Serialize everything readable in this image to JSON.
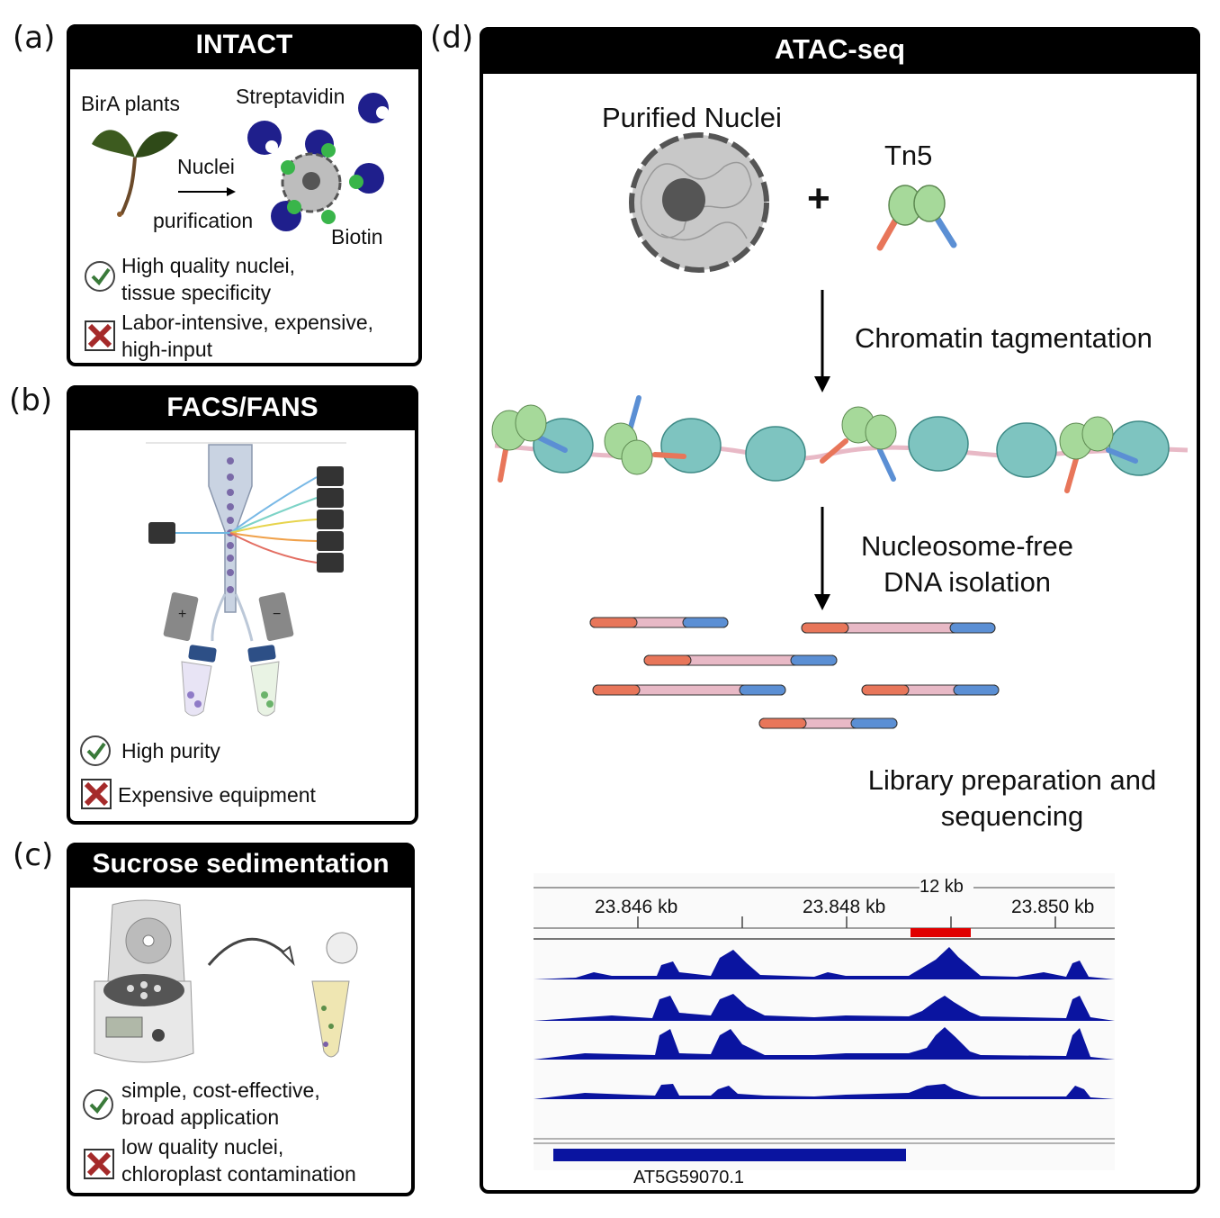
{
  "panels": {
    "a": {
      "letter": "(a)",
      "title": "INTACT",
      "labels": {
        "plants": "BirA plants",
        "streptavidin": "Streptavidin",
        "nuclei": "Nuclei",
        "purification": "purification",
        "biotin": "Biotin"
      },
      "pros": [
        "High quality nuclei,",
        "tissue specificity"
      ],
      "cons": [
        "Labor-intensive, expensive,",
        "high-input"
      ]
    },
    "b": {
      "letter": "(b)",
      "title": "FACS/FANS",
      "pros": [
        "High purity"
      ],
      "cons": [
        "Expensive equipment"
      ],
      "electrode_plus": "+",
      "electrode_minus": "−"
    },
    "c": {
      "letter": "(c)",
      "title": "Sucrose sedimentation",
      "pros": [
        "simple, cost-effective,",
        "broad application"
      ],
      "cons": [
        "low quality nuclei,",
        "chloroplast contamination"
      ]
    },
    "d": {
      "letter": "(d)",
      "title": "ATAC-seq",
      "purified_nuclei": "Purified Nuclei",
      "plus": "+",
      "tn5": "Tn5",
      "step1": "Chromatin tagmentation",
      "step2": [
        "Nucleosome-free",
        "DNA isolation"
      ],
      "step3": [
        "Library preparation and",
        "sequencing"
      ],
      "browser": {
        "span": "12 kb",
        "ticks": [
          "23.846 kb",
          "23.848 kb",
          "23.850 kb"
        ],
        "gene": "AT5G59070.1",
        "track_color": "#0a14a0",
        "highlight_color": "#e00000"
      }
    }
  },
  "colors": {
    "check": "#3a7a3a",
    "cross": "#a52a2a",
    "tn5_green": "#a6d99a",
    "tn5_orange": "#e8765a",
    "tn5_blue": "#5b8fd4",
    "nucleosome": "#7ec4c0",
    "dna_pink": "#e8b9c6"
  }
}
